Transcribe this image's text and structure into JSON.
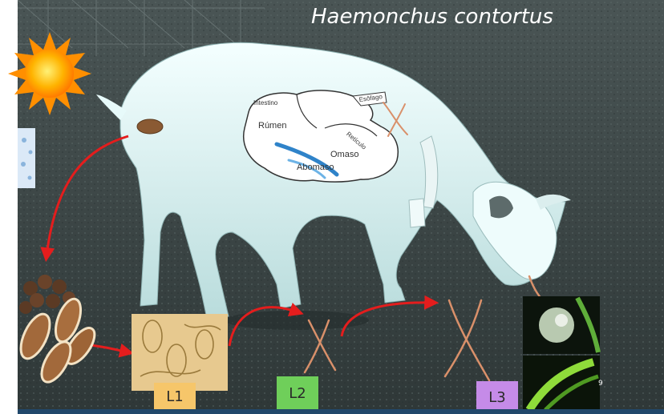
{
  "title": "Haemonchus contortus",
  "stomach_labels": {
    "intestine": "Intestino",
    "rumen": "Rúmen",
    "reticulum": "Retículo",
    "esophagus": "Esôfago",
    "omasum": "Omaso",
    "abomasum": "Abomaso"
  },
  "stages": {
    "l1": "L1",
    "l2": "L2",
    "l3": "L3"
  },
  "slide_number": "9",
  "colors": {
    "arrow": "#e41d1d",
    "l1_box": "#f6c66a",
    "l2_box": "#6fcf5a",
    "l3_box": "#c58be8",
    "bottom_bar": "#21486b",
    "larva": "#d9906a"
  }
}
